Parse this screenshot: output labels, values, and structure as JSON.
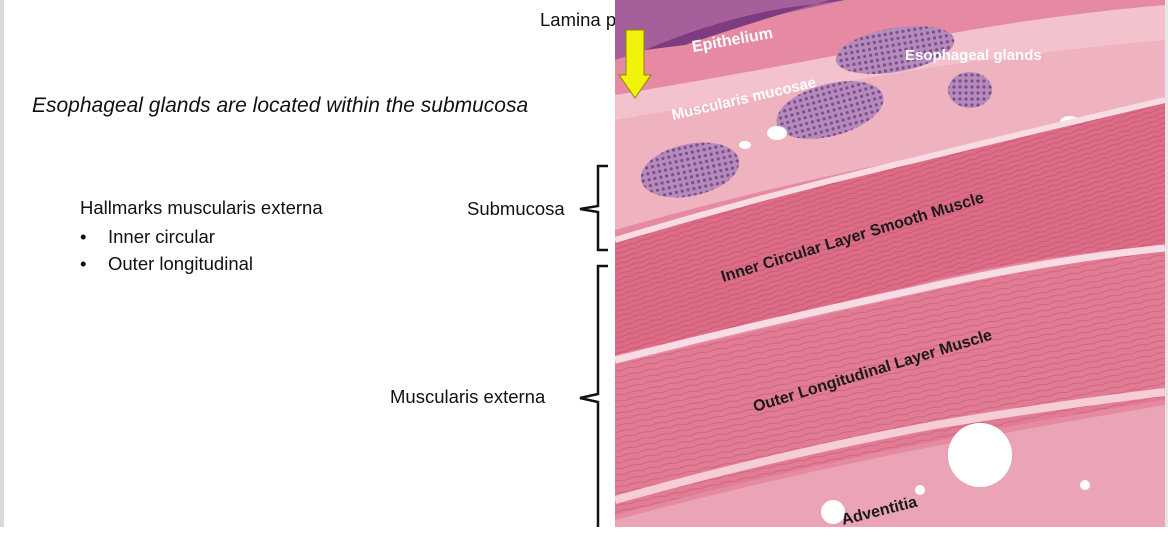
{
  "slide": {
    "subtitle": "Esophageal glands are located within the submucosa",
    "hallmarks": {
      "heading": "Hallmarks muscularis externa",
      "bullet": "•",
      "items": [
        "Inner circular",
        "Outer longitudinal"
      ]
    },
    "labels": {
      "lamina_propria": "Lamina propria",
      "submucosa": "Submucosa",
      "muscularis_externa": "Muscularis externa"
    },
    "micrograph": {
      "epithelium": "Epithelium",
      "muscularis_mucosae": "Muscularis mucosae",
      "esophageal_glands": "Esophageal glands",
      "inner_circular": "Inner Circular Layer Smooth Muscle",
      "outer_longitudinal": "Outer Longitudinal Layer Muscle",
      "adventitia": "Adventitia"
    },
    "colors": {
      "arrow": "#f2f20a",
      "tissue_pink": "#e07a92",
      "epithelium_purple": "#8c4a8a",
      "gland_purple": "#9a6aa6"
    }
  }
}
